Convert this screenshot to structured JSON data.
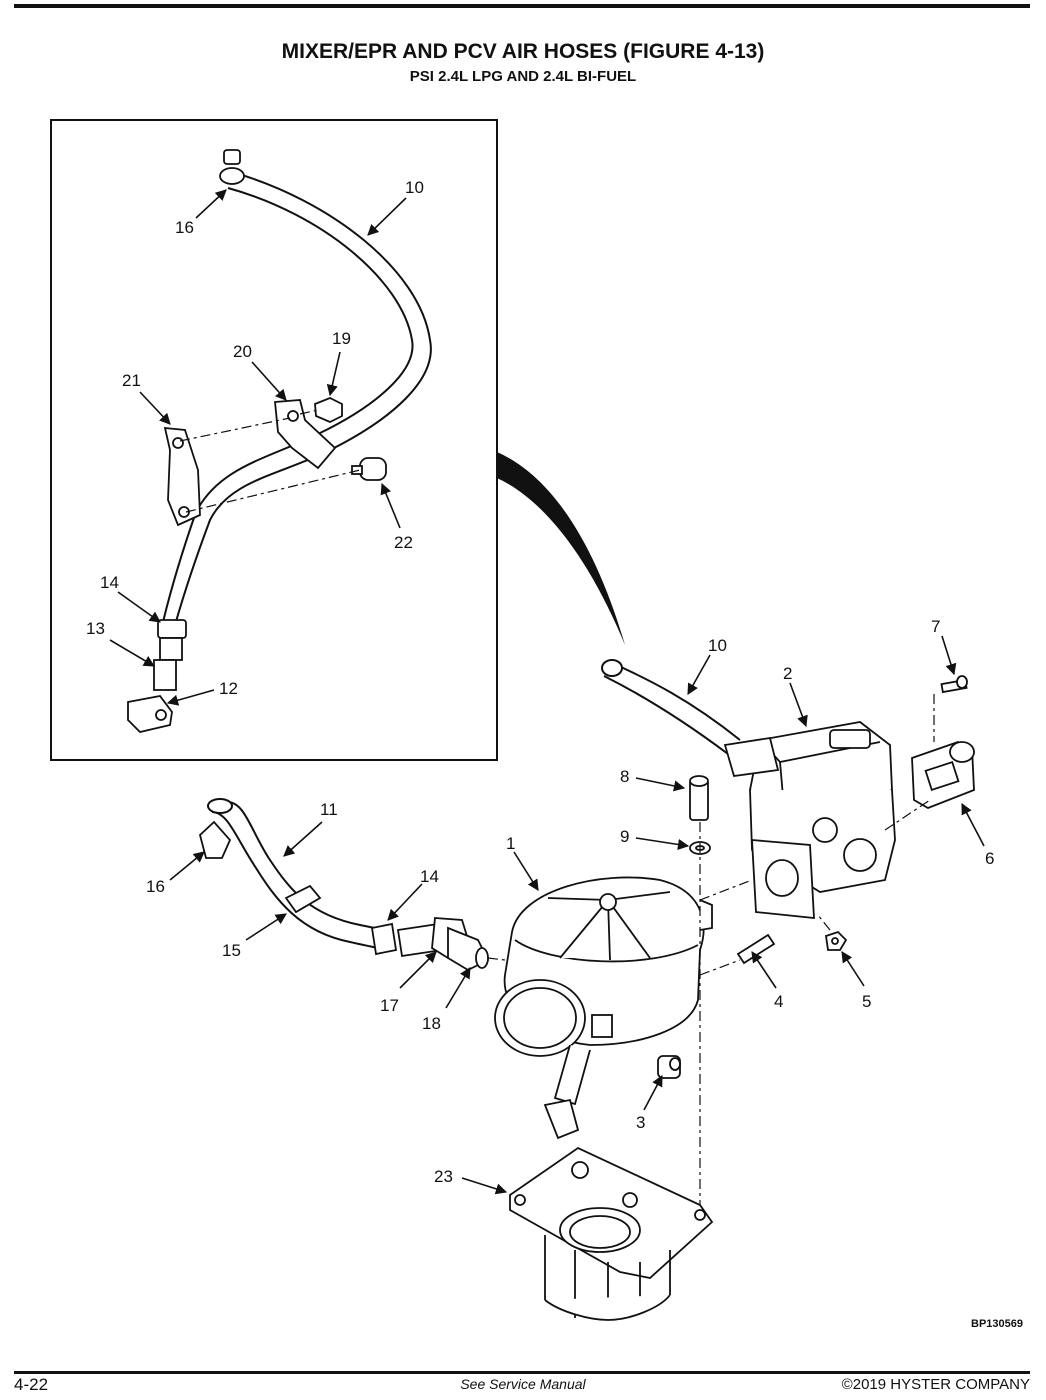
{
  "header": {
    "title": "MIXER/EPR AND PCV AIR HOSES (FIGURE 4-13)",
    "subtitle": "PSI 2.4L LPG AND 2.4L BI-FUEL"
  },
  "callouts": {
    "c1": "1",
    "c2": "2",
    "c3": "3",
    "c4": "4",
    "c5": "5",
    "c6": "6",
    "c7": "7",
    "c8": "8",
    "c9": "9",
    "c10_inset": "10",
    "c10_main": "10",
    "c11": "11",
    "c12": "12",
    "c13": "13",
    "c14_inset": "14",
    "c14_main": "14",
    "c15": "15",
    "c16_inset": "16",
    "c16_main": "16",
    "c17": "17",
    "c18": "18",
    "c19": "19",
    "c20": "20",
    "c21": "21",
    "c22": "22",
    "c23": "23"
  },
  "figure_code": "BP130569",
  "footer": {
    "page_number": "4-22",
    "center_note": "See Service Manual",
    "copyright": "©2019 HYSTER COMPANY"
  }
}
